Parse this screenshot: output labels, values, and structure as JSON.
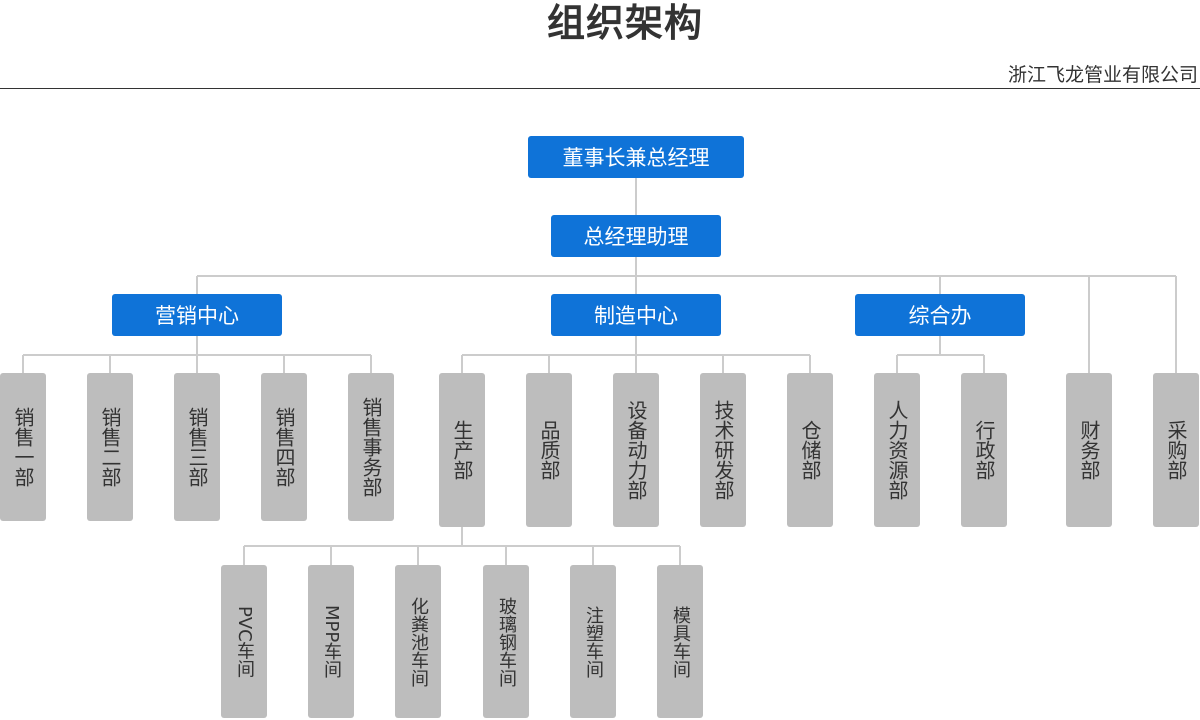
{
  "title": "组织架构",
  "company": "浙江飞龙管业有限公司",
  "nodes": {
    "chairman": "董事长兼总经理",
    "assistant": "总经理助理",
    "marketing_center": "营销中心",
    "manufacturing_center": "制造中心",
    "general_office": "综合办",
    "sales_1": "销售一部",
    "sales_2": "销售二部",
    "sales_3": "销售三部",
    "sales_4": "销售四部",
    "sales_affairs": "销售事务部",
    "production": "生产部",
    "quality": "品质部",
    "equipment": "设备动力部",
    "rnd": "技术研发部",
    "warehouse": "仓储部",
    "hr": "人力资源部",
    "admin": "行政部",
    "finance": "财务部",
    "purchasing": "采购部",
    "pvc": "PVC车间",
    "mpp": "MPP车间",
    "septic": "化粪池车间",
    "fiberglass": "玻璃钢车间",
    "injection": "注塑车间",
    "mold": "模具车间"
  },
  "colors": {
    "primary_box": "#0f73d8",
    "secondary_box": "#bdbdbd",
    "connector": "#cccccc"
  }
}
